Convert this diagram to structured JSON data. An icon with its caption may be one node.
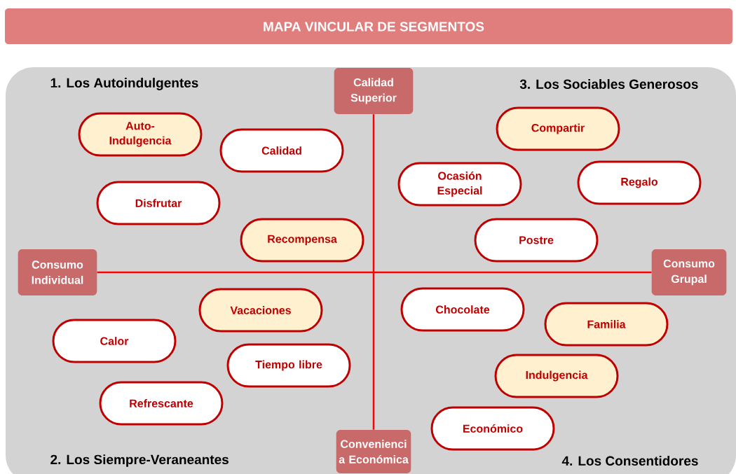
{
  "diagram": {
    "title": "MAPA VINCULAR DE SEGMENTOS",
    "nodes": [
      {
        "text": [
          "Calidad Superior"
        ]
      },
      {
        "text": [
          "Auto- Indulgencia"
        ]
      },
      {
        "text": [
          "Compartir"
        ]
      },
      {
        "text": [
          "Calidad"
        ]
      },
      {
        "text": [
          "Ocasión Especial"
        ]
      },
      {
        "text": [
          "Regalo"
        ]
      },
      {
        "text": [
          "Disfrutar"
        ]
      },
      {
        "text": [
          "Recompensa"
        ]
      },
      {
        "text": [
          "Postre"
        ]
      },
      {
        "text": [
          "Consumo Individual"
        ]
      },
      {
        "text": [
          "Consumo Grupal"
        ]
      },
      {
        "text": [
          "Chocolate"
        ]
      },
      {
        "text": [
          "Vacaciones"
        ]
      },
      {
        "text": [
          "Familia"
        ]
      },
      {
        "text": [
          "Calor"
        ]
      },
      {
        "text": [
          "Tiempo libre"
        ]
      },
      {
        "text": [
          "Indulgencia"
        ]
      },
      {
        "text": [
          "Refrescante"
        ]
      },
      {
        "text": [
          "Económico"
        ]
      },
      {
        "text": [
          "Convenienci a Económica"
        ]
      }
    ],
    "edges": [
      {
        "from": 0,
        "to": 19,
        "arrow": "none"
      },
      {
        "from": 9,
        "to": 10,
        "arrow": "none"
      }
    ],
    "labels": [
      "1. Los Autoindulgentes",
      "3. Los Sociables Generosos",
      "2. Los Siempre-Veraneantes",
      "4. Los Consentidores"
    ]
  }
}
